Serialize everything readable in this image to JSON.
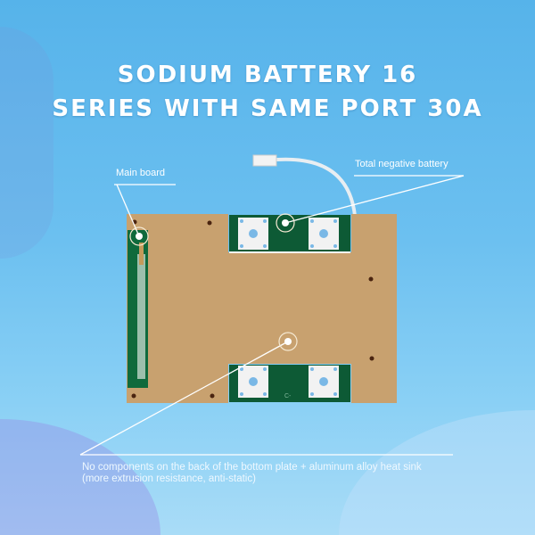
{
  "title": {
    "line1": "SODIUM BATTERY 16",
    "line2": "SERIES WITH SAME PORT 30A"
  },
  "callouts": {
    "main_board": "Main board",
    "total_negative": "Total negative battery",
    "note_line1": "No components on the back of the bottom plate + aluminum alloy heat sink",
    "note_line2": "(more extrusion resistance, anti-static)"
  },
  "board": {
    "bottom_marking": "C-"
  },
  "colors": {
    "plate": "#c8a16f",
    "pcb": "#0d5a35",
    "background": "#62bbee"
  }
}
